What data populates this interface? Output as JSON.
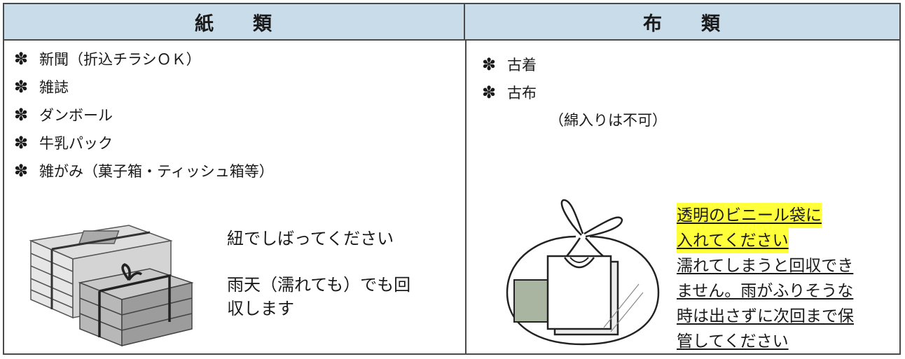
{
  "left": {
    "title_a": "紙",
    "title_b": "類",
    "bullet": "✽",
    "items": [
      "新聞（折込チラシＯＫ）",
      "雑誌",
      "ダンボール",
      "牛乳パック",
      "雑がみ（菓子箱・ティッシュ箱等）"
    ],
    "instruction_tie": "紐でしばってください",
    "instruction_rain_line1": "雨天（濡れても）でも回",
    "instruction_rain_line2": "収します",
    "illustration": "newspaper-bundle-icon"
  },
  "right": {
    "title_a": "布",
    "title_b": "類",
    "bullet": "✽",
    "items": [
      "古着",
      "古布"
    ],
    "note": "（綿入りは不可）",
    "bag_lines_highlighted": [
      "透明のビニール袋に",
      "入れてください"
    ],
    "bag_lines": [
      "濡れてしまうと回収でき",
      "ません。雨がふりそうな",
      "時は出さずに次回まで保",
      "管してください"
    ],
    "highlight_color": "#ffff3a",
    "illustration": "clothes-bag-icon"
  },
  "header_color": "#c9dcea"
}
